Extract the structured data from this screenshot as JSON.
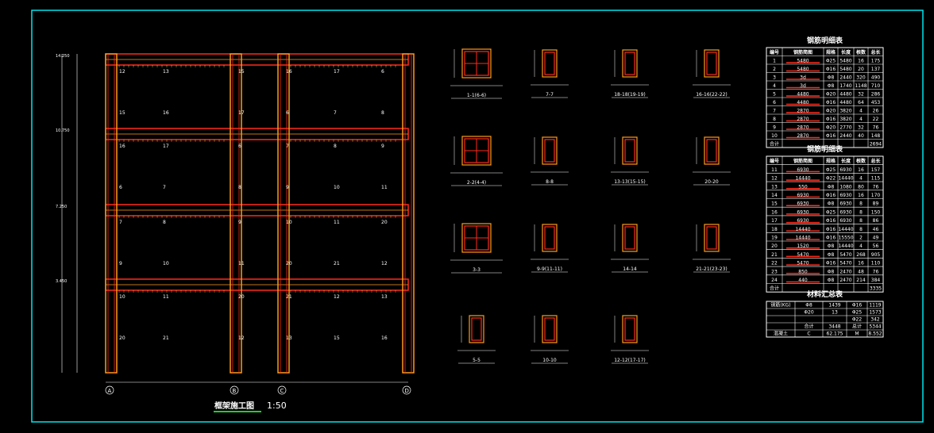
{
  "drawing": {
    "title": "框架施工图",
    "scale": "1:50",
    "axes": [
      "A",
      "B",
      "C",
      "D"
    ],
    "elevations": [
      "14.250",
      "10.750",
      "7.250",
      "3.450"
    ],
    "beam_labels": [
      "12",
      "13",
      "15",
      "16",
      "17",
      "6",
      "7",
      "8",
      "9",
      "10",
      "11",
      "20",
      "21"
    ],
    "colors": {
      "frame": "#00e5ee",
      "beam": "#ff2a1a",
      "column": "#ff9a1a",
      "text": "#ffffff",
      "dim": "#ffff66",
      "underline": "#22cc33"
    }
  },
  "sections": [
    {
      "label": "1-1(6-6)",
      "type": "column"
    },
    {
      "label": "7-7",
      "type": "beam"
    },
    {
      "label": "18-18(19-19)",
      "type": "beam"
    },
    {
      "label": "16-16(22-22)",
      "type": "beam"
    },
    {
      "label": "2-2(4-4)",
      "type": "column"
    },
    {
      "label": "8-8",
      "type": "beam"
    },
    {
      "label": "13-13(15-15)",
      "type": "beam"
    },
    {
      "label": "20-20",
      "type": "beam"
    },
    {
      "label": "3-3",
      "type": "column"
    },
    {
      "label": "9-9(11-11)",
      "type": "beam"
    },
    {
      "label": "14-14",
      "type": "beam"
    },
    {
      "label": "21-21(23-23)",
      "type": "beam"
    },
    {
      "label": "5-5",
      "type": "beam"
    },
    {
      "label": "10-10",
      "type": "beam"
    },
    {
      "label": "12-12(17-17)",
      "type": "beam"
    }
  ],
  "table1": {
    "title": "钢筋明细表",
    "headers": [
      "编号",
      "钢筋简图",
      "规格",
      "长度",
      "根数",
      "总长"
    ],
    "rows": [
      [
        "1",
        "5480",
        "Φ25",
        "5480",
        "16",
        "175"
      ],
      [
        "2",
        "5480",
        "Φ16",
        "5480",
        "20",
        "137"
      ],
      [
        "3",
        "3d",
        "Φ8",
        "2440",
        "320",
        "490"
      ],
      [
        "4",
        "3d",
        "Φ8",
        "1740",
        "1148",
        "710"
      ],
      [
        "5",
        "4480",
        "Φ20",
        "4480",
        "32",
        "286"
      ],
      [
        "6",
        "4480",
        "Φ16",
        "4480",
        "64",
        "453"
      ],
      [
        "7",
        "2870",
        "Φ20",
        "3820",
        "4",
        "26"
      ],
      [
        "8",
        "2870",
        "Φ16",
        "3820",
        "4",
        "22"
      ],
      [
        "9",
        "2870",
        "Φ20",
        "2770",
        "32",
        "76"
      ],
      [
        "10",
        "2870",
        "Φ16",
        "2440",
        "40",
        "148"
      ],
      [
        "合计",
        "",
        "",
        "",
        "",
        "2694"
      ]
    ]
  },
  "table2": {
    "title": "钢筋明细表",
    "headers": [
      "编号",
      "钢筋简图",
      "规格",
      "长度",
      "根数",
      "总长"
    ],
    "rows": [
      [
        "11",
        "6930",
        "Φ25",
        "6930",
        "16",
        "157"
      ],
      [
        "12",
        "14440",
        "Φ22",
        "14440",
        "4",
        "115"
      ],
      [
        "13",
        "550",
        "Φ8",
        "1080",
        "80",
        "76"
      ],
      [
        "14",
        "6930",
        "Φ16",
        "6930",
        "16",
        "170"
      ],
      [
        "15",
        "6930",
        "Φ8",
        "6930",
        "8",
        "89"
      ],
      [
        "16",
        "6930",
        "Φ25",
        "6930",
        "8",
        "150"
      ],
      [
        "17",
        "6930",
        "Φ16",
        "6930",
        "8",
        "86"
      ],
      [
        "18",
        "14440",
        "Φ16",
        "14440",
        "8",
        "46"
      ],
      [
        "19",
        "14440",
        "Φ16",
        "15550",
        "2",
        "49"
      ],
      [
        "20",
        "1520",
        "Φ8",
        "14440",
        "4",
        "56"
      ],
      [
        "21",
        "5470",
        "Φ8",
        "5470",
        "268",
        "905"
      ],
      [
        "22",
        "5470",
        "Φ16",
        "5470",
        "16",
        "110"
      ],
      [
        "23",
        "850",
        "Φ8",
        "2470",
        "48",
        "76"
      ],
      [
        "24",
        "440",
        "Φ8",
        "2470",
        "214",
        "384"
      ],
      [
        "合计",
        "",
        "",
        "",
        "",
        "3335"
      ]
    ]
  },
  "table3": {
    "title": "材料汇总表",
    "rows": [
      [
        "钢筋(KG)",
        "Φ8",
        "1439",
        "Φ16",
        "1119"
      ],
      [
        "",
        "Φ20",
        "13",
        "Φ25",
        "1573"
      ],
      [
        "",
        "",
        "",
        "Φ22",
        "342"
      ],
      [
        "",
        "合计",
        "3448",
        "总计",
        "5344"
      ],
      [
        "混凝土",
        "C",
        "62.175",
        "M",
        "8.552"
      ]
    ]
  }
}
